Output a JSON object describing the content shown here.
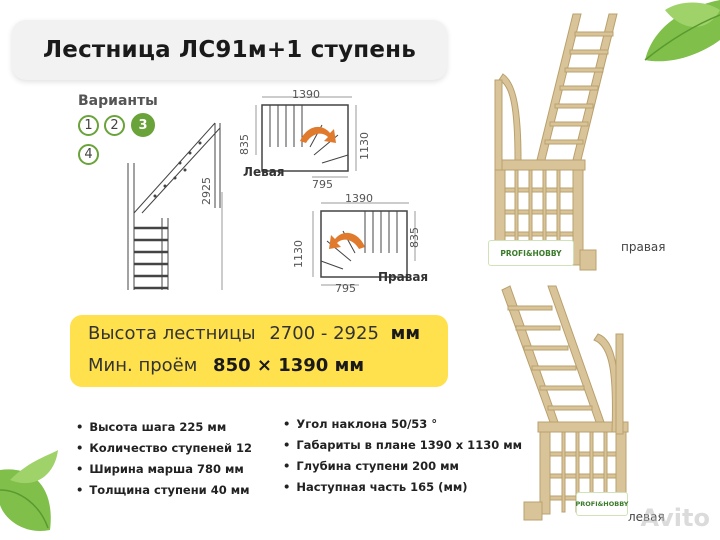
{
  "title": "Лестница ЛС91м+1 ступень",
  "variants": {
    "label": "Варианты",
    "options": [
      "1",
      "2",
      "3",
      "4"
    ],
    "selected": "3"
  },
  "diagrams": {
    "elevation_height": "2925",
    "left_plan": {
      "label": "Левая",
      "width": "1390",
      "depth": "1130",
      "side": "835",
      "bottom": "795"
    },
    "right_plan": {
      "label": "Правая",
      "width": "1390",
      "depth": "1130",
      "side": "835",
      "bottom": "795"
    }
  },
  "highlight": {
    "height_label": "Высота лестницы",
    "height_range": "2700 - 2925",
    "height_unit": "мм",
    "opening_label": "Мин. проём",
    "opening_value": "850 × 1390 мм"
  },
  "specs_left": [
    "Высота шага 225 мм",
    "Количество ступеней 12",
    "Ширина марша 780 мм",
    "Толщина ступени 40 мм"
  ],
  "specs_right": [
    "Угол наклона 50/53 °",
    "Габариты в плане 1390 х 1130 мм",
    "Глубина ступени 200 мм",
    "Наступная часть 165 (мм)"
  ],
  "photos": {
    "top_label": "правая",
    "bottom_label": "левая",
    "logo": "PROFI&HOBBY"
  },
  "watermark": "Avito",
  "colors": {
    "accent_green": "#6aa33a",
    "highlight_yellow": "#ffe14d",
    "wood": "#d9c49a"
  }
}
